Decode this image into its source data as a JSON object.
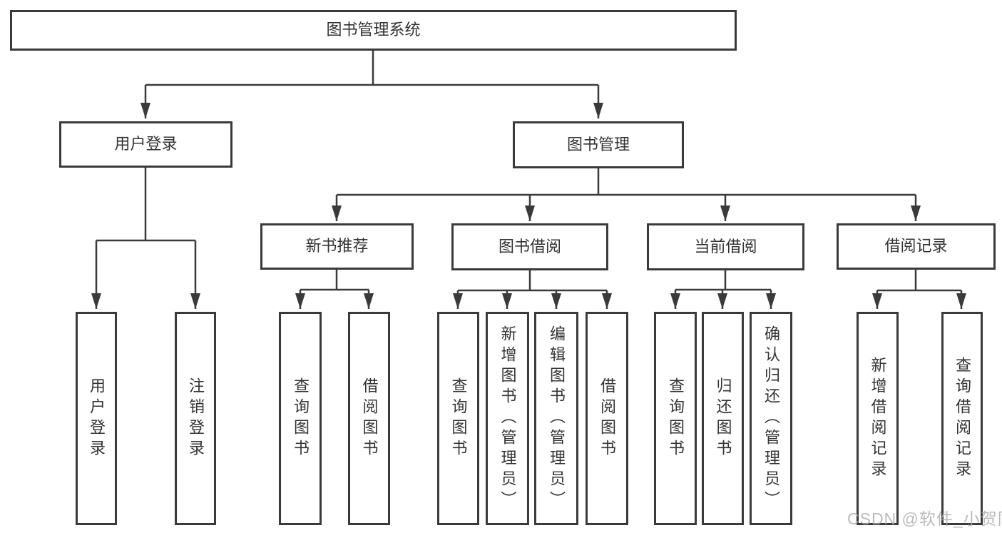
{
  "tree": {
    "label": "图书管理系统",
    "children": [
      {
        "label": "用户登录",
        "children": [
          {
            "label": "用户登录"
          },
          {
            "label": "注销登录"
          }
        ]
      },
      {
        "label": "图书管理",
        "children": [
          {
            "label": "新书推荐",
            "children": [
              {
                "label": "查询图书"
              },
              {
                "label": "借阅图书"
              }
            ]
          },
          {
            "label": "图书借阅",
            "children": [
              {
                "label": "查询图书"
              },
              {
                "label": "新增图书（管理员）"
              },
              {
                "label": "编辑图书（管理员）"
              },
              {
                "label": "借阅图书"
              }
            ]
          },
          {
            "label": "当前借阅",
            "children": [
              {
                "label": "查询图书"
              },
              {
                "label": "归还图书"
              },
              {
                "label": "确认归还（管理员）"
              }
            ]
          },
          {
            "label": "借阅记录",
            "children": [
              {
                "label": "新增借阅记录"
              },
              {
                "label": "查询借阅记录"
              }
            ]
          }
        ]
      }
    ]
  },
  "watermark": "CSDN @软件_小贺同学",
  "colors": {
    "line": "#3a3a3a",
    "text": "#333333",
    "watermark": "#ababab",
    "background": "#ffffff"
  }
}
